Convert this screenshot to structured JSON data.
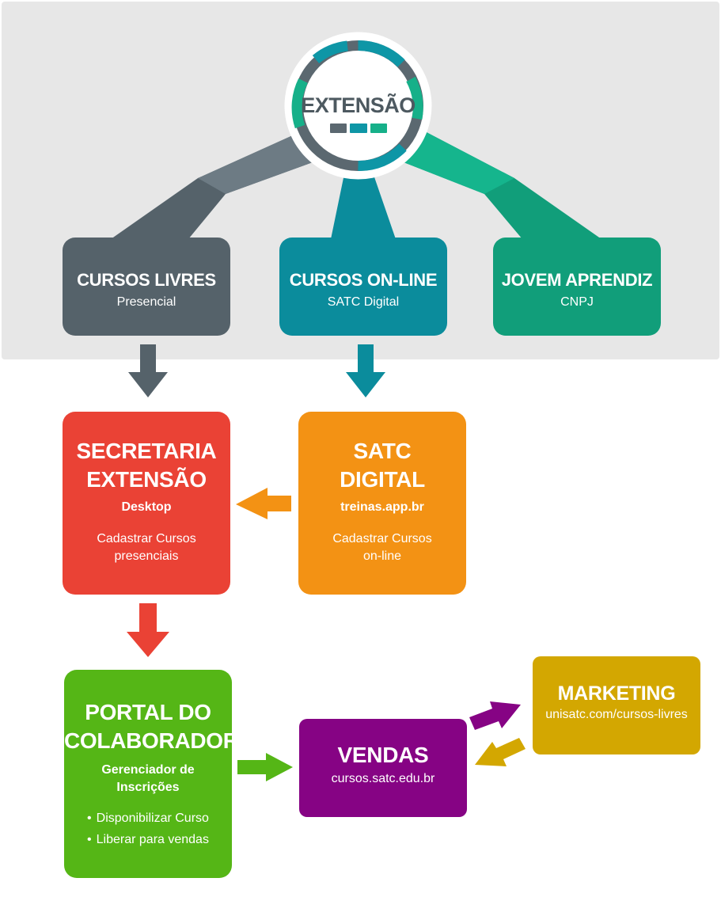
{
  "hub": {
    "title": "EXTENSÃO",
    "bar_colors": [
      "#5b6870",
      "#0e96a6",
      "#16b089"
    ]
  },
  "categories": [
    {
      "title": "CURSOS LIVRES",
      "subtitle": "Presencial",
      "color": "#55626a"
    },
    {
      "title": "CURSOS ON-LINE",
      "subtitle": "SATC Digital",
      "color": "#0b8c9c"
    },
    {
      "title": "JOVEM APRENDIZ",
      "subtitle": "CNPJ",
      "color": "#119e7a"
    }
  ],
  "secretaria": {
    "title_line1": "SECRETARIA",
    "title_line2": "EXTENSÃO",
    "platform": "Desktop",
    "desc_line1": "Cadastrar Cursos",
    "desc_line2": "presenciais",
    "color": "#ea4235"
  },
  "satc_digital": {
    "title_line1": "SATC",
    "title_line2": "DIGITAL",
    "platform": "treinas.app.br",
    "desc_line1": "Cadastrar Cursos",
    "desc_line2": "on-line",
    "color": "#f39214"
  },
  "portal": {
    "title_line1": "PORTAL DO",
    "title_line2": "COLABORADOR",
    "platform_line1": "Gerenciador de",
    "platform_line2": "Inscrições",
    "bullets": [
      "Disponibilizar Curso",
      "Liberar para vendas"
    ],
    "color": "#55b616"
  },
  "vendas": {
    "title": "VENDAS",
    "url": "cursos.satc.edu.br",
    "color": "#860384"
  },
  "marketing": {
    "title": "MARKETING",
    "url": "unisatc.com/cursos-livres",
    "color": "#d3a701"
  }
}
